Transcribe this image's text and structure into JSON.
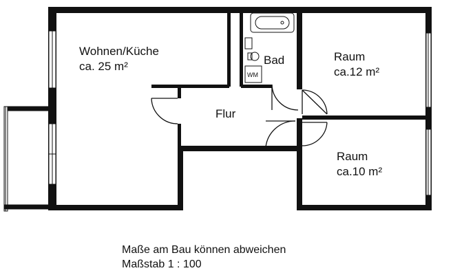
{
  "rooms": {
    "living": {
      "name": "Wohnen/Küche",
      "area": "ca. 25 m²"
    },
    "bath": {
      "name": "Bad",
      "washer": "WM"
    },
    "room12": {
      "name": "Raum",
      "area": "ca.12 m²"
    },
    "hall": {
      "name": "Flur"
    },
    "room10": {
      "name": "Raum",
      "area": "ca.10 m²"
    }
  },
  "notes": {
    "disclaimer": "Maße am Bau können abweichen",
    "scale": "Maßstab 1 : 100"
  }
}
